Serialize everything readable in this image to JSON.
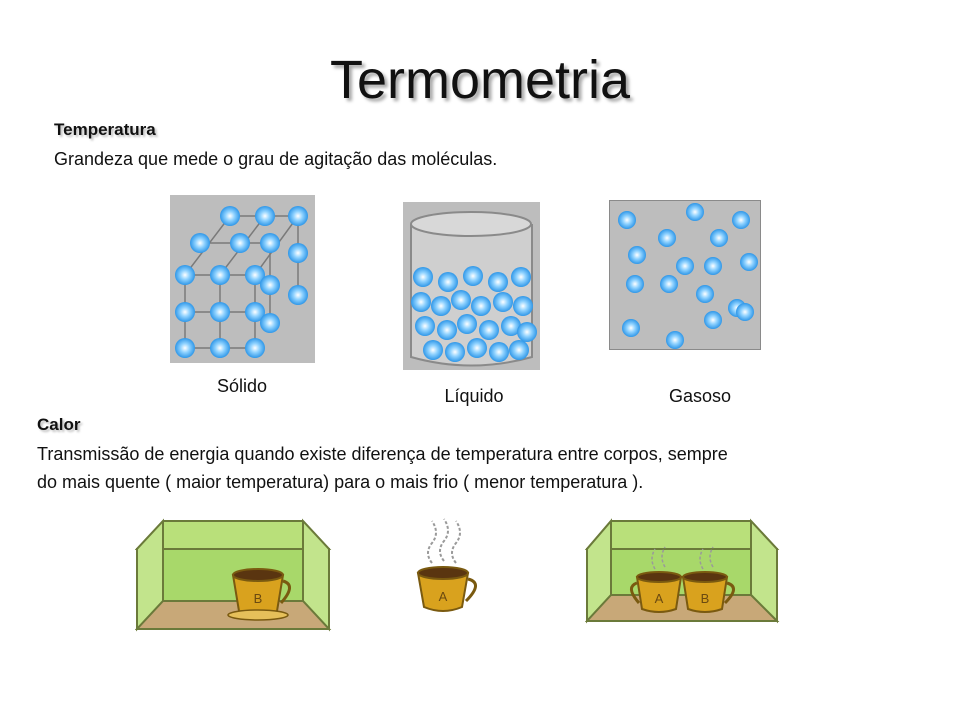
{
  "slide": {
    "title": "Termometria",
    "temperature": {
      "heading": "Temperatura",
      "definition": "Grandeza que mede o grau de agitação das moléculas."
    },
    "states": [
      {
        "label": "Sólido"
      },
      {
        "label": "Líquido"
      },
      {
        "label": "Gasoso"
      }
    ],
    "heat": {
      "heading": "Calor",
      "definition_line1": "Transmissão de energia quando existe diferença de temperatura entre corpos, sempre",
      "definition_line2": "do mais quente ( maior temperatura) para o mais frio ( menor temperatura )."
    },
    "cups": {
      "a_label": "A",
      "b_label": "B"
    }
  },
  "colors": {
    "molecule": "#3aa3f0",
    "panel_gray": "#bdbdbd",
    "box_green": "#a8d86a",
    "cup_gold": "#d9a21e"
  }
}
